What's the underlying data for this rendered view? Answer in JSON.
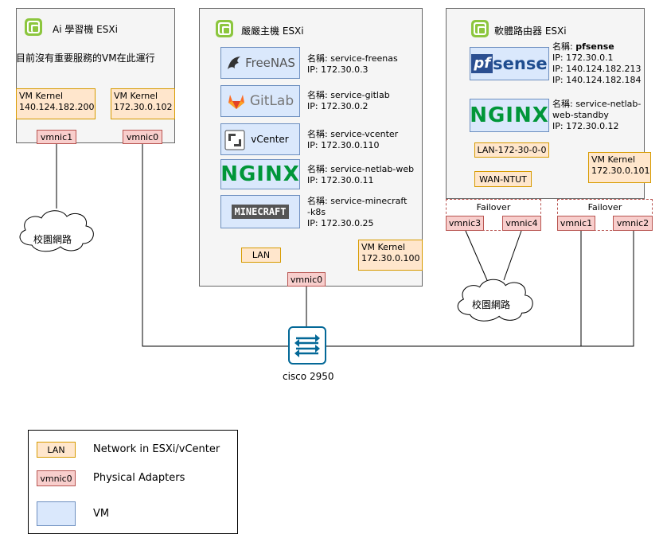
{
  "hosts": {
    "ai": {
      "title": "Ai 學習機 ESXi",
      "note": "目前沒有重要服務的VM在此運行",
      "kernel1": {
        "label": "VM Kernel",
        "ip": "140.124.182.200"
      },
      "kernel2": {
        "label": "VM Kernel",
        "ip": "172.30.0.102"
      },
      "nic1": "vmnic1",
      "nic0": "vmnic0"
    },
    "main": {
      "title": "嚴嚴主機 ESXi",
      "vms": [
        {
          "logo": "FreeNAS",
          "name": "名稱: service-freenas",
          "ip": "IP: 172.30.0.3"
        },
        {
          "logo": "GitLab",
          "name": "名稱: service-gitlab",
          "ip": "IP: 172.30.0.2"
        },
        {
          "logo": "vCenter",
          "name": "名稱: service-vcenter",
          "ip": "IP: 172.30.0.110"
        },
        {
          "logo": "NGINX",
          "name": "名稱: service-netlab-web",
          "ip": "IP: 172.30.0.11"
        },
        {
          "logo": "MINECRAFT",
          "name": "名稱: service-minecraft",
          "name2": "-k8s",
          "ip": "IP: 172.30.0.25"
        }
      ],
      "lan": "LAN",
      "kernel": {
        "label": "VM Kernel",
        "ip": "172.30.0.100"
      },
      "nic0": "vmnic0"
    },
    "router": {
      "title": "軟體路由器 ESXi",
      "pfsense": {
        "logo": "sense",
        "name_prefix": "名稱: ",
        "name": "pfsense",
        "ips": [
          "IP: 172.30.0.1",
          "IP: 140.124.182.213",
          "IP: 140.124.182.184"
        ]
      },
      "nginx": {
        "logo": "NGINX",
        "name": "名稱: service-netlab-",
        "name2": "web-standby",
        "ip": "IP: 172.30.0.12"
      },
      "lan_net": "LAN-172-30-0-0",
      "wan_net": "WAN-NTUT",
      "kernel": {
        "label": "VM Kernel",
        "ip": "172.30.0.101"
      },
      "failover_left": {
        "label": "Failover",
        "nics": [
          "vmnic3",
          "vmnic4"
        ]
      },
      "failover_right": {
        "label": "Failover",
        "nics": [
          "vmnic1",
          "vmnic2"
        ]
      }
    }
  },
  "clouds": {
    "left": "校園網路",
    "right": "校園網路"
  },
  "switch": {
    "label": "cisco 2950"
  },
  "legend": [
    {
      "sample": "LAN",
      "label": "Network in ESXi/vCenter"
    },
    {
      "sample": "vmnic0",
      "label": "Physical Adapters"
    },
    {
      "sample": "",
      "label": "VM"
    }
  ],
  "colors": {
    "network_fill": "#ffe6cc",
    "network_border": "#d79b00",
    "nic_fill": "#f8cecc",
    "nic_border": "#b85450",
    "vm_fill": "#dae8fc",
    "vm_border": "#6c8ebf",
    "host_fill": "#f5f5f5",
    "switch": "#036897"
  },
  "icons": [
    "vsphere-icon",
    "freenas-icon",
    "gitlab-icon",
    "vcenter-icon",
    "nginx-icon",
    "minecraft-icon",
    "pfsense-icon",
    "cisco-switch-icon",
    "cloud-icon"
  ]
}
